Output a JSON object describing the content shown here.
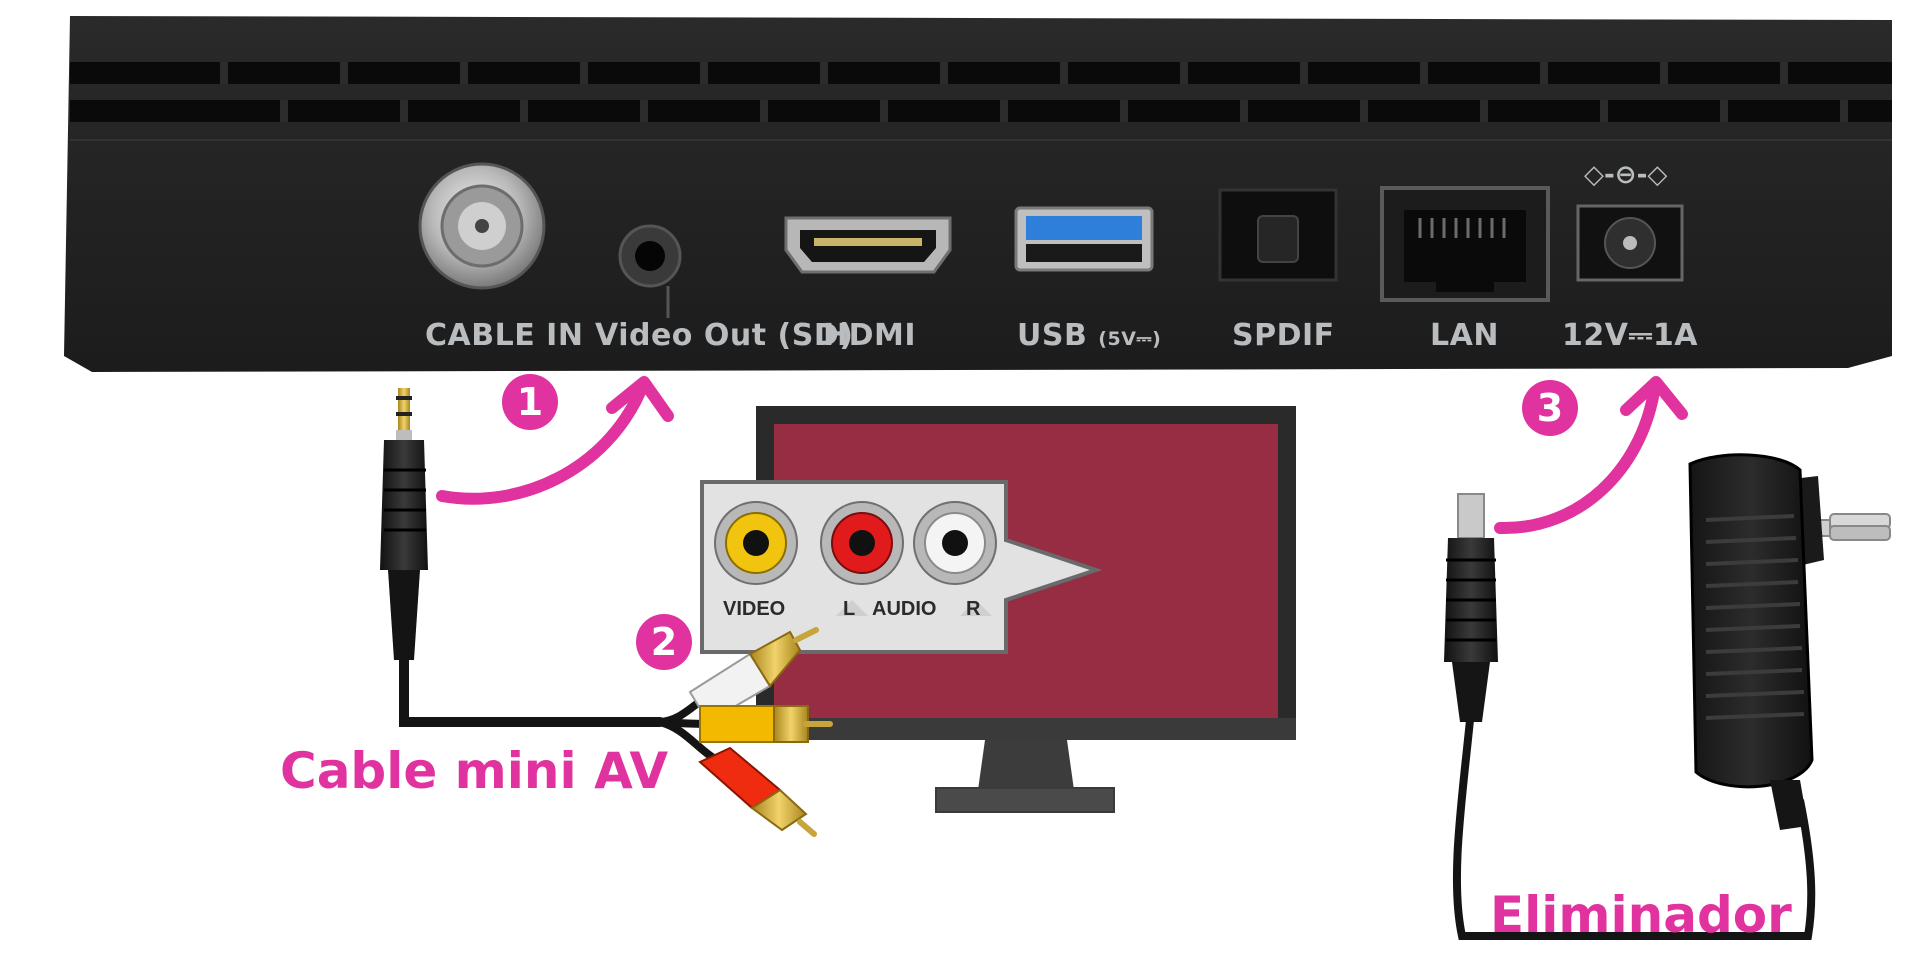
{
  "ports": {
    "cable_in": "CABLE IN",
    "video_out": "Video Out (SD)",
    "hdmi": "HDMI",
    "usb": "USB",
    "usb_rating": "(5V⎓)",
    "spdif": "SPDIF",
    "lan": "LAN",
    "power": "12V⎓1A",
    "polarity_symbol": "◇-⊖-◇"
  },
  "steps": {
    "one": "1",
    "two": "2",
    "three": "3"
  },
  "tv_jacks": {
    "video": "VIDEO",
    "left": "L",
    "audio": "AUDIO",
    "right": "R"
  },
  "captions": {
    "av_cable": "Cable mini AV",
    "adapter": "Eliminador"
  },
  "colors": {
    "accent_pink": "#e0339f",
    "tv_screen": "#962d43",
    "device_body": "#222222"
  }
}
